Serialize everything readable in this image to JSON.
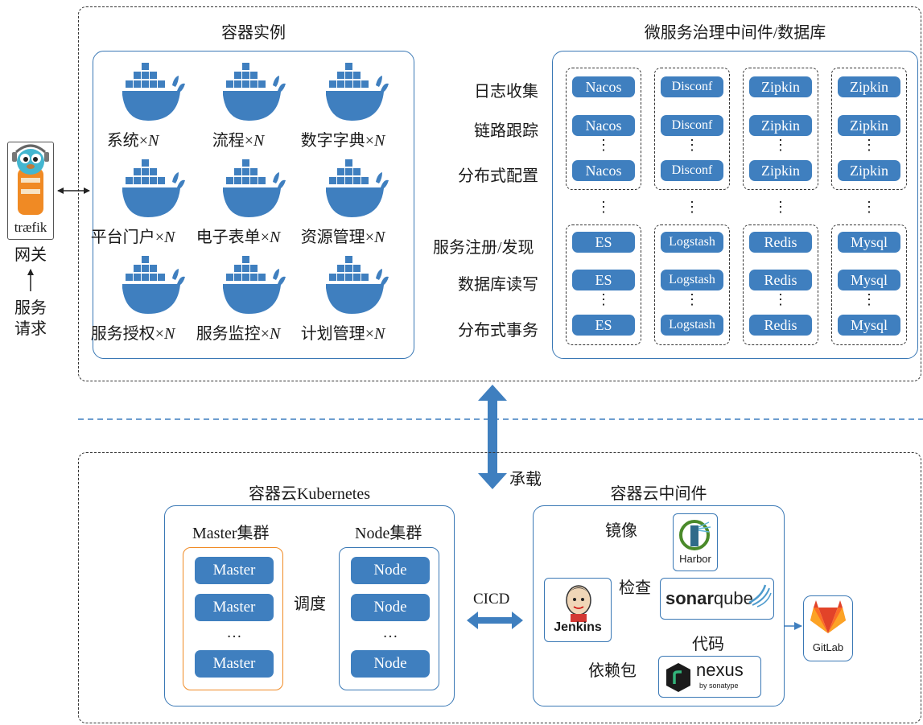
{
  "top": {
    "container_title": "容器实例",
    "middleware_title": "微服务治理中间件/数据库",
    "services": [
      {
        "name": "系统",
        "suffix": "×N"
      },
      {
        "name": "流程",
        "suffix": "×N"
      },
      {
        "name": "数字字典",
        "suffix": "×N"
      },
      {
        "name": "平台门户",
        "suffix": "×N"
      },
      {
        "name": "电子表单",
        "suffix": "×N"
      },
      {
        "name": "资源管理",
        "suffix": "×N"
      },
      {
        "name": "服务授权",
        "suffix": "×N"
      },
      {
        "name": "服务监控",
        "suffix": "×N"
      },
      {
        "name": "计划管理",
        "suffix": "×N"
      }
    ],
    "functions": [
      "日志收集",
      "链路跟踪",
      "分布式配置",
      "服务注册/发现",
      "数据库读写",
      "分布式事务"
    ],
    "upper_columns": [
      "Nacos",
      "Disconf",
      "Zipkin",
      "Zipkin"
    ],
    "lower_columns": [
      "ES",
      "Logstash",
      "Redis",
      "Mysql"
    ],
    "dots": "⋮"
  },
  "gateway": {
    "logo_text": "træfik",
    "label": "网关",
    "request_line1": "服务",
    "request_line2": "请求"
  },
  "middle": {
    "carry_label": "承载"
  },
  "bottom": {
    "k8s_title": "容器云Kubernetes",
    "master_title": "Master集群",
    "node_title": "Node集群",
    "master_items": [
      "Master",
      "Master",
      "…",
      "Master"
    ],
    "node_items": [
      "Node",
      "Node",
      "…",
      "Node"
    ],
    "schedule_label": "调度",
    "cicd_label": "CICD",
    "mw_title": "容器云中间件",
    "mirror_label": "镜像",
    "check_label": "检查",
    "code_label": "代码",
    "dep_label": "依赖包",
    "jenkins": "Jenkins",
    "harbor": "Harbor",
    "sonar_a": "sonar",
    "sonar_b": "qube",
    "nexus": "nexus",
    "nexus_sub": "by sonatype",
    "gitlab": "GitLab"
  },
  "colors": {
    "accent": "#3f7fbf",
    "border": "#3a78b5"
  }
}
